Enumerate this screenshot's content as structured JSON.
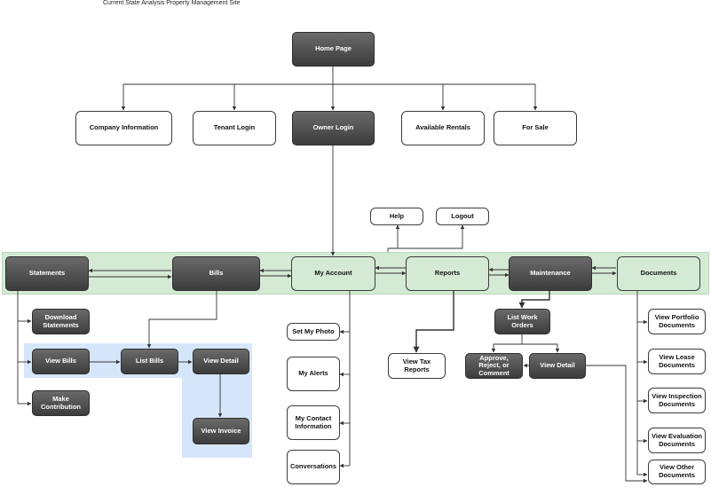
{
  "title": "Current State Analysis Property Management Site",
  "nodes": {
    "home_page": "Home Page",
    "company_information": "Company Information",
    "tenant_login": "Tenant Login",
    "owner_login": "Owner Login",
    "available_rentals": "Available Rentals",
    "for_sale": "For Sale",
    "help": "Help",
    "logout": "Logout",
    "statements": "Statements",
    "bills": "Bills",
    "my_account": "My Account",
    "reports": "Reports",
    "maintenance": "Maintenance",
    "documents": "Documents",
    "download_statements": "Download Statements",
    "view_bills": "View Bills",
    "list_bills": "List Bills",
    "view_detail_bills": "View Detail",
    "make_contribution": "Make Contribution",
    "view_invoice": "View Invoice",
    "set_my_photo": "Set My Photo",
    "my_alerts": "My Alerts",
    "my_contact_information": "My Contact Information",
    "conversations": "Conversations",
    "view_tax_reports": "View Tax Reports",
    "list_work_orders": "List Work Orders",
    "approve_reject_comment": "Approve, Reject, or Comment",
    "view_detail_maintenance": "View Detail",
    "view_portfolio_documents": "View Portfolio Documents",
    "view_lease_documents": "View Lease Documents",
    "view_inspection_documents": "View Inspection Documents",
    "view_evaluation_documents": "View Evaluation Documents",
    "view_other_documents": "View Other Documents"
  },
  "colors": {
    "dark_node": "#4d4d4d",
    "white_node": "#ffffff",
    "green_band": "#d5ead5",
    "blue_region": "#d6e6fa",
    "line": "#333333"
  }
}
